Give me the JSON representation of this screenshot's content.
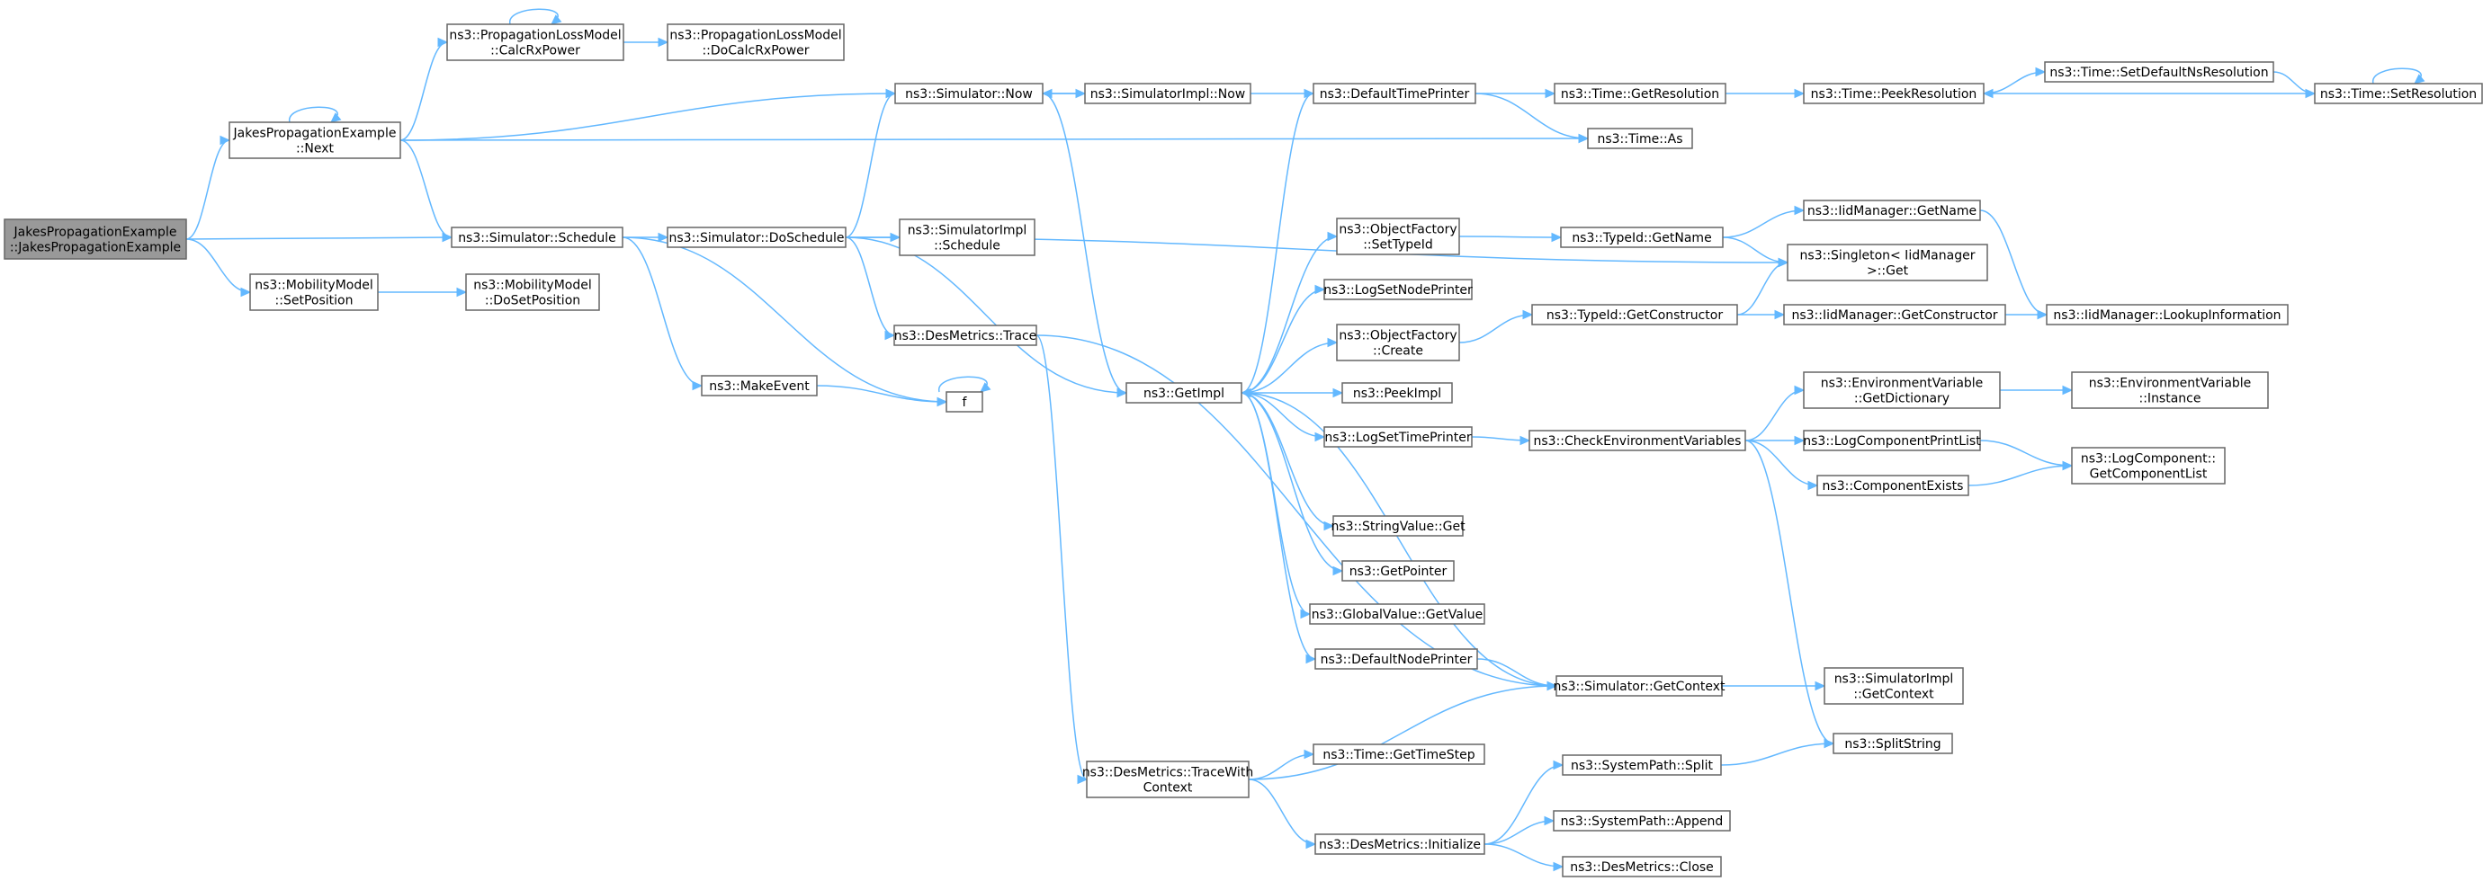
{
  "diagram": {
    "title": "",
    "colors": {
      "root_fill": "#999999",
      "node_fill": "#ffffff",
      "node_border": "#666666",
      "edge": "#63b8ff",
      "text": "#000000"
    },
    "nodes": [
      {
        "id": "root",
        "lines": [
          "JakesPropagationExample",
          "::JakesPropagationExample"
        ],
        "root": true
      },
      {
        "id": "jpe_next",
        "lines": [
          "JakesPropagationExample",
          "::Next"
        ]
      },
      {
        "id": "sim_schedule",
        "lines": [
          "ns3::Simulator::Schedule"
        ]
      },
      {
        "id": "mm_setpos",
        "lines": [
          "ns3::MobilityModel",
          "::SetPosition"
        ]
      },
      {
        "id": "plm_calc",
        "lines": [
          "ns3::PropagationLossModel",
          "::CalcRxPower"
        ]
      },
      {
        "id": "plm_docalc",
        "lines": [
          "ns3::PropagationLossModel",
          "::DoCalcRxPower"
        ]
      },
      {
        "id": "sim_now",
        "lines": [
          "ns3::Simulator::Now"
        ]
      },
      {
        "id": "simimpl_now",
        "lines": [
          "ns3::SimulatorImpl::Now"
        ]
      },
      {
        "id": "def_time_printer",
        "lines": [
          "ns3::DefaultTimePrinter"
        ]
      },
      {
        "id": "time_getres",
        "lines": [
          "ns3::Time::GetResolution"
        ]
      },
      {
        "id": "time_peekres",
        "lines": [
          "ns3::Time::PeekResolution"
        ]
      },
      {
        "id": "time_setdefns",
        "lines": [
          "ns3::Time::SetDefaultNsResolution"
        ]
      },
      {
        "id": "time_setres",
        "lines": [
          "ns3::Time::SetResolution"
        ]
      },
      {
        "id": "time_as",
        "lines": [
          "ns3::Time::As"
        ]
      },
      {
        "id": "sim_doschedule",
        "lines": [
          "ns3::Simulator::DoSchedule"
        ]
      },
      {
        "id": "simimpl_schedule",
        "lines": [
          "ns3::SimulatorImpl",
          "::Schedule"
        ]
      },
      {
        "id": "mm_dosetpos",
        "lines": [
          "ns3::MobilityModel",
          "::DoSetPosition"
        ]
      },
      {
        "id": "iid_getname",
        "lines": [
          "ns3::IidManager::GetName"
        ]
      },
      {
        "id": "singleton_get",
        "lines": [
          "ns3::Singleton< IidManager",
          " >::Get"
        ]
      },
      {
        "id": "of_settypeid",
        "lines": [
          "ns3::ObjectFactory",
          "::SetTypeId"
        ]
      },
      {
        "id": "typeid_getname",
        "lines": [
          "ns3::TypeId::GetName"
        ]
      },
      {
        "id": "log_setnodeprinter",
        "lines": [
          "ns3::LogSetNodePrinter"
        ]
      },
      {
        "id": "of_create",
        "lines": [
          "ns3::ObjectFactory",
          "::Create"
        ]
      },
      {
        "id": "typeid_getctor",
        "lines": [
          "ns3::TypeId::GetConstructor"
        ]
      },
      {
        "id": "iid_getctor",
        "lines": [
          "ns3::IidManager::GetConstructor"
        ]
      },
      {
        "id": "iid_lookup",
        "lines": [
          "ns3::IidManager::LookupInformation"
        ]
      },
      {
        "id": "desm_trace",
        "lines": [
          "ns3::DesMetrics::Trace"
        ]
      },
      {
        "id": "make_event",
        "lines": [
          "ns3::MakeEvent"
        ]
      },
      {
        "id": "f",
        "lines": [
          "f"
        ]
      },
      {
        "id": "getimpl",
        "lines": [
          "ns3::GetImpl"
        ]
      },
      {
        "id": "peekimpl",
        "lines": [
          "ns3::PeekImpl"
        ]
      },
      {
        "id": "envvar_getdict",
        "lines": [
          "ns3::EnvironmentVariable",
          "::GetDictionary"
        ]
      },
      {
        "id": "envvar_instance",
        "lines": [
          "ns3::EnvironmentVariable",
          "::Instance"
        ]
      },
      {
        "id": "log_settimeprinter",
        "lines": [
          "ns3::LogSetTimePrinter"
        ]
      },
      {
        "id": "check_env",
        "lines": [
          "ns3::CheckEnvironmentVariables"
        ]
      },
      {
        "id": "logcomp_printlist",
        "lines": [
          "ns3::LogComponentPrintList"
        ]
      },
      {
        "id": "logcomp_getlist",
        "lines": [
          "ns3::LogComponent::",
          "GetComponentList"
        ]
      },
      {
        "id": "comp_exists",
        "lines": [
          "ns3::ComponentExists"
        ]
      },
      {
        "id": "stringvalue_get",
        "lines": [
          "ns3::StringValue::Get"
        ]
      },
      {
        "id": "getpointer",
        "lines": [
          "ns3::GetPointer"
        ]
      },
      {
        "id": "globalvalue_get",
        "lines": [
          "ns3::GlobalValue::GetValue"
        ]
      },
      {
        "id": "def_node_printer",
        "lines": [
          "ns3::DefaultNodePrinter"
        ]
      },
      {
        "id": "sim_getcontext",
        "lines": [
          "ns3::Simulator::GetContext"
        ]
      },
      {
        "id": "simimpl_getcontext",
        "lines": [
          "ns3::SimulatorImpl",
          "::GetContext"
        ]
      },
      {
        "id": "split_string",
        "lines": [
          "ns3::SplitString"
        ]
      },
      {
        "id": "time_gettimestep",
        "lines": [
          "ns3::Time::GetTimeStep"
        ]
      },
      {
        "id": "desm_tracewithctx",
        "lines": [
          "ns3::DesMetrics::TraceWith",
          "Context"
        ]
      },
      {
        "id": "syspath_split",
        "lines": [
          "ns3::SystemPath::Split"
        ]
      },
      {
        "id": "syspath_append",
        "lines": [
          "ns3::SystemPath::Append"
        ]
      },
      {
        "id": "desm_initialize",
        "lines": [
          "ns3::DesMetrics::Initialize"
        ]
      },
      {
        "id": "desm_close",
        "lines": [
          "ns3::DesMetrics::Close"
        ]
      }
    ],
    "edges": [
      [
        "root",
        "jpe_next"
      ],
      [
        "root",
        "sim_schedule"
      ],
      [
        "root",
        "mm_setpos"
      ],
      [
        "jpe_next",
        "jpe_next"
      ],
      [
        "jpe_next",
        "plm_calc"
      ],
      [
        "jpe_next",
        "sim_now"
      ],
      [
        "jpe_next",
        "time_as"
      ],
      [
        "jpe_next",
        "sim_schedule"
      ],
      [
        "plm_calc",
        "plm_calc"
      ],
      [
        "plm_calc",
        "plm_docalc"
      ],
      [
        "sim_now",
        "simimpl_now"
      ],
      [
        "sim_now",
        "getimpl"
      ],
      [
        "def_time_printer",
        "sim_now"
      ],
      [
        "def_time_printer",
        "time_getres"
      ],
      [
        "def_time_printer",
        "time_as"
      ],
      [
        "time_getres",
        "time_peekres"
      ],
      [
        "time_peekres",
        "time_setdefns"
      ],
      [
        "time_setdefns",
        "time_setres"
      ],
      [
        "time_setres",
        "time_setres"
      ],
      [
        "time_setres",
        "time_peekres"
      ],
      [
        "sim_schedule",
        "sim_doschedule"
      ],
      [
        "sim_schedule",
        "make_event"
      ],
      [
        "sim_schedule",
        "f"
      ],
      [
        "mm_setpos",
        "mm_dosetpos"
      ],
      [
        "sim_doschedule",
        "sim_now"
      ],
      [
        "sim_doschedule",
        "simimpl_schedule"
      ],
      [
        "sim_doschedule",
        "desm_trace"
      ],
      [
        "sim_doschedule",
        "getimpl"
      ],
      [
        "sim_doschedule",
        "singleton_get"
      ],
      [
        "make_event",
        "f"
      ],
      [
        "f",
        "f"
      ],
      [
        "desm_trace",
        "desm_tracewithctx"
      ],
      [
        "desm_trace",
        "sim_getcontext"
      ],
      [
        "getimpl",
        "def_time_printer"
      ],
      [
        "getimpl",
        "of_settypeid"
      ],
      [
        "getimpl",
        "log_setnodeprinter"
      ],
      [
        "getimpl",
        "of_create"
      ],
      [
        "getimpl",
        "peekimpl"
      ],
      [
        "getimpl",
        "log_settimeprinter"
      ],
      [
        "getimpl",
        "stringvalue_get"
      ],
      [
        "getimpl",
        "getpointer"
      ],
      [
        "getimpl",
        "globalvalue_get"
      ],
      [
        "getimpl",
        "def_node_printer"
      ],
      [
        "of_settypeid",
        "typeid_getname"
      ],
      [
        "typeid_getname",
        "iid_getname"
      ],
      [
        "typeid_getname",
        "singleton_get"
      ],
      [
        "iid_getname",
        "iid_lookup"
      ],
      [
        "of_create",
        "typeid_getctor"
      ],
      [
        "typeid_getctor",
        "singleton_get"
      ],
      [
        "typeid_getctor",
        "iid_getctor"
      ],
      [
        "iid_getctor",
        "iid_lookup"
      ],
      [
        "log_settimeprinter",
        "check_env"
      ],
      [
        "check_env",
        "envvar_getdict"
      ],
      [
        "check_env",
        "logcomp_printlist"
      ],
      [
        "check_env",
        "comp_exists"
      ],
      [
        "check_env",
        "split_string"
      ],
      [
        "envvar_getdict",
        "envvar_instance"
      ],
      [
        "logcomp_printlist",
        "logcomp_getlist"
      ],
      [
        "comp_exists",
        "logcomp_getlist"
      ],
      [
        "def_node_printer",
        "sim_getcontext"
      ],
      [
        "sim_getcontext",
        "getimpl"
      ],
      [
        "sim_getcontext",
        "simimpl_getcontext"
      ],
      [
        "desm_tracewithctx",
        "time_gettimestep"
      ],
      [
        "desm_tracewithctx",
        "sim_getcontext"
      ],
      [
        "desm_tracewithctx",
        "desm_initialize"
      ],
      [
        "desm_initialize",
        "syspath_split"
      ],
      [
        "desm_initialize",
        "syspath_append"
      ],
      [
        "desm_initialize",
        "desm_close"
      ],
      [
        "syspath_split",
        "split_string"
      ]
    ]
  }
}
